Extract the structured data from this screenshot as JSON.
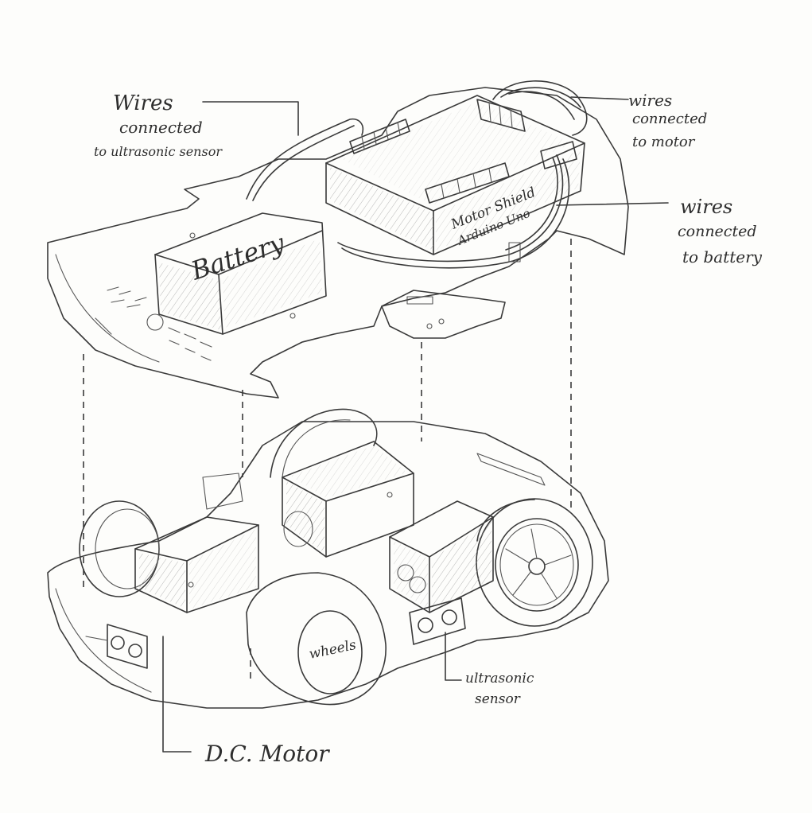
{
  "labels": {
    "wires_ultrasonic_1": "Wires",
    "wires_ultrasonic_2": "connected",
    "wires_ultrasonic_3": "to ultrasonic sensor",
    "wires_motor_1": "wires",
    "wires_motor_2": "connected",
    "wires_motor_3": "to motor",
    "wires_battery_1": "wires",
    "wires_battery_2": "connected",
    "wires_battery_3": "to battery",
    "battery": "Battery",
    "motor_shield": "Motor Shield",
    "arduino": "Arduino Uno",
    "wheels": "wheels",
    "ultrasonic_1": "ultrasonic",
    "ultrasonic_2": "sensor",
    "dc_motor": "D.C. Motor"
  }
}
